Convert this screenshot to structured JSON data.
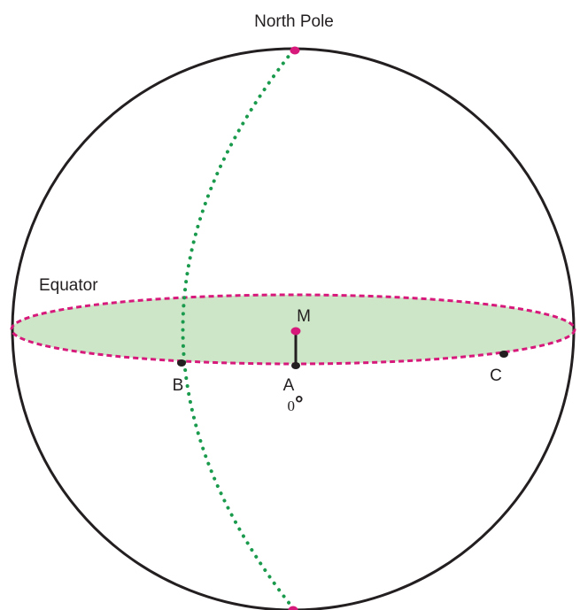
{
  "labels": {
    "north_pole": "North Pole",
    "equator": "Equator",
    "point_m": "M",
    "point_a": "A",
    "point_b": "B",
    "point_c": "C",
    "angle_value": "0",
    "angle_unit": "°"
  },
  "colors": {
    "sphere_outline": "#231f20",
    "equator_fill": "#cde6c8",
    "equator_dash": "#d6197a",
    "meridian_dots": "#1a9a4c",
    "pole_point": "#d6197a",
    "point_m": "#d6197a",
    "surface_points": "#231f20"
  }
}
